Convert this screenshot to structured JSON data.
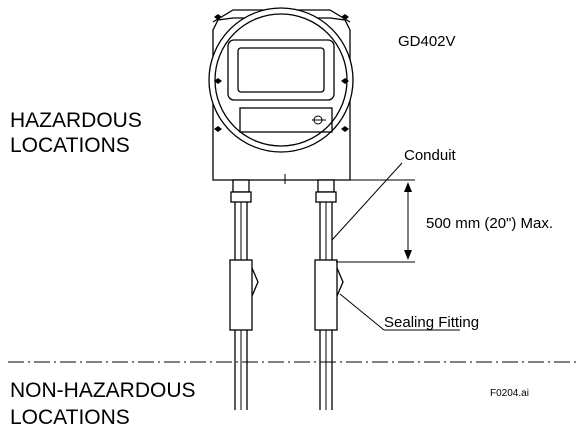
{
  "diagram": {
    "device_model": "GD402V",
    "hazardous_label": [
      "HAZARDOUS",
      "LOCATIONS"
    ],
    "non_hazardous_label": [
      "NON-HAZARDOUS",
      "LOCATIONS"
    ],
    "conduit_label": "Conduit",
    "dimension_label": "500 mm (20\") Max.",
    "sealing_label": "Sealing Fitting",
    "figure_id": "F0204.ai"
  }
}
